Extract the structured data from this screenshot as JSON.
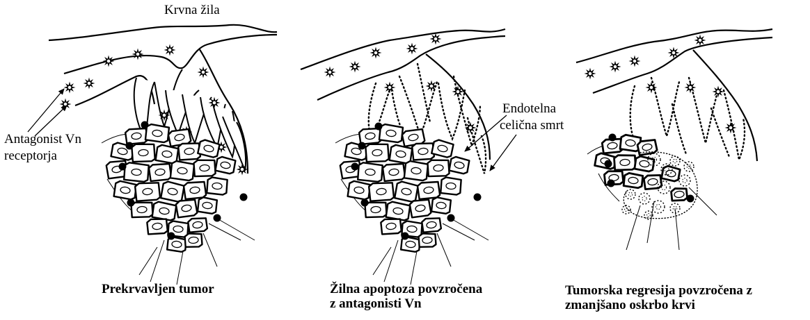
{
  "labels": {
    "vessel": "Krvna žila",
    "antagonist_line1": "Antagonist Vn",
    "antagonist_line2": "receptorja",
    "endothelial_line1": "Endotelna",
    "endothelial_line2": "celična smrt"
  },
  "captions": [
    {
      "line1": "Prekrvavljen tumor",
      "line2": ""
    },
    {
      "line1": "Žilna apoptoza povzročena",
      "line2": "z antagonisti Vn"
    },
    {
      "line1": "Tumorska regresija povzročena z",
      "line2": "zmanjšano oskrbo krvi"
    }
  ],
  "colors": {
    "ink": "#000000",
    "background": "#ffffff"
  },
  "icon_names": [
    "antagonist-star-icon",
    "endothelial-cell-icon",
    "tumor-cell-icon",
    "apoptotic-cell-icon"
  ]
}
